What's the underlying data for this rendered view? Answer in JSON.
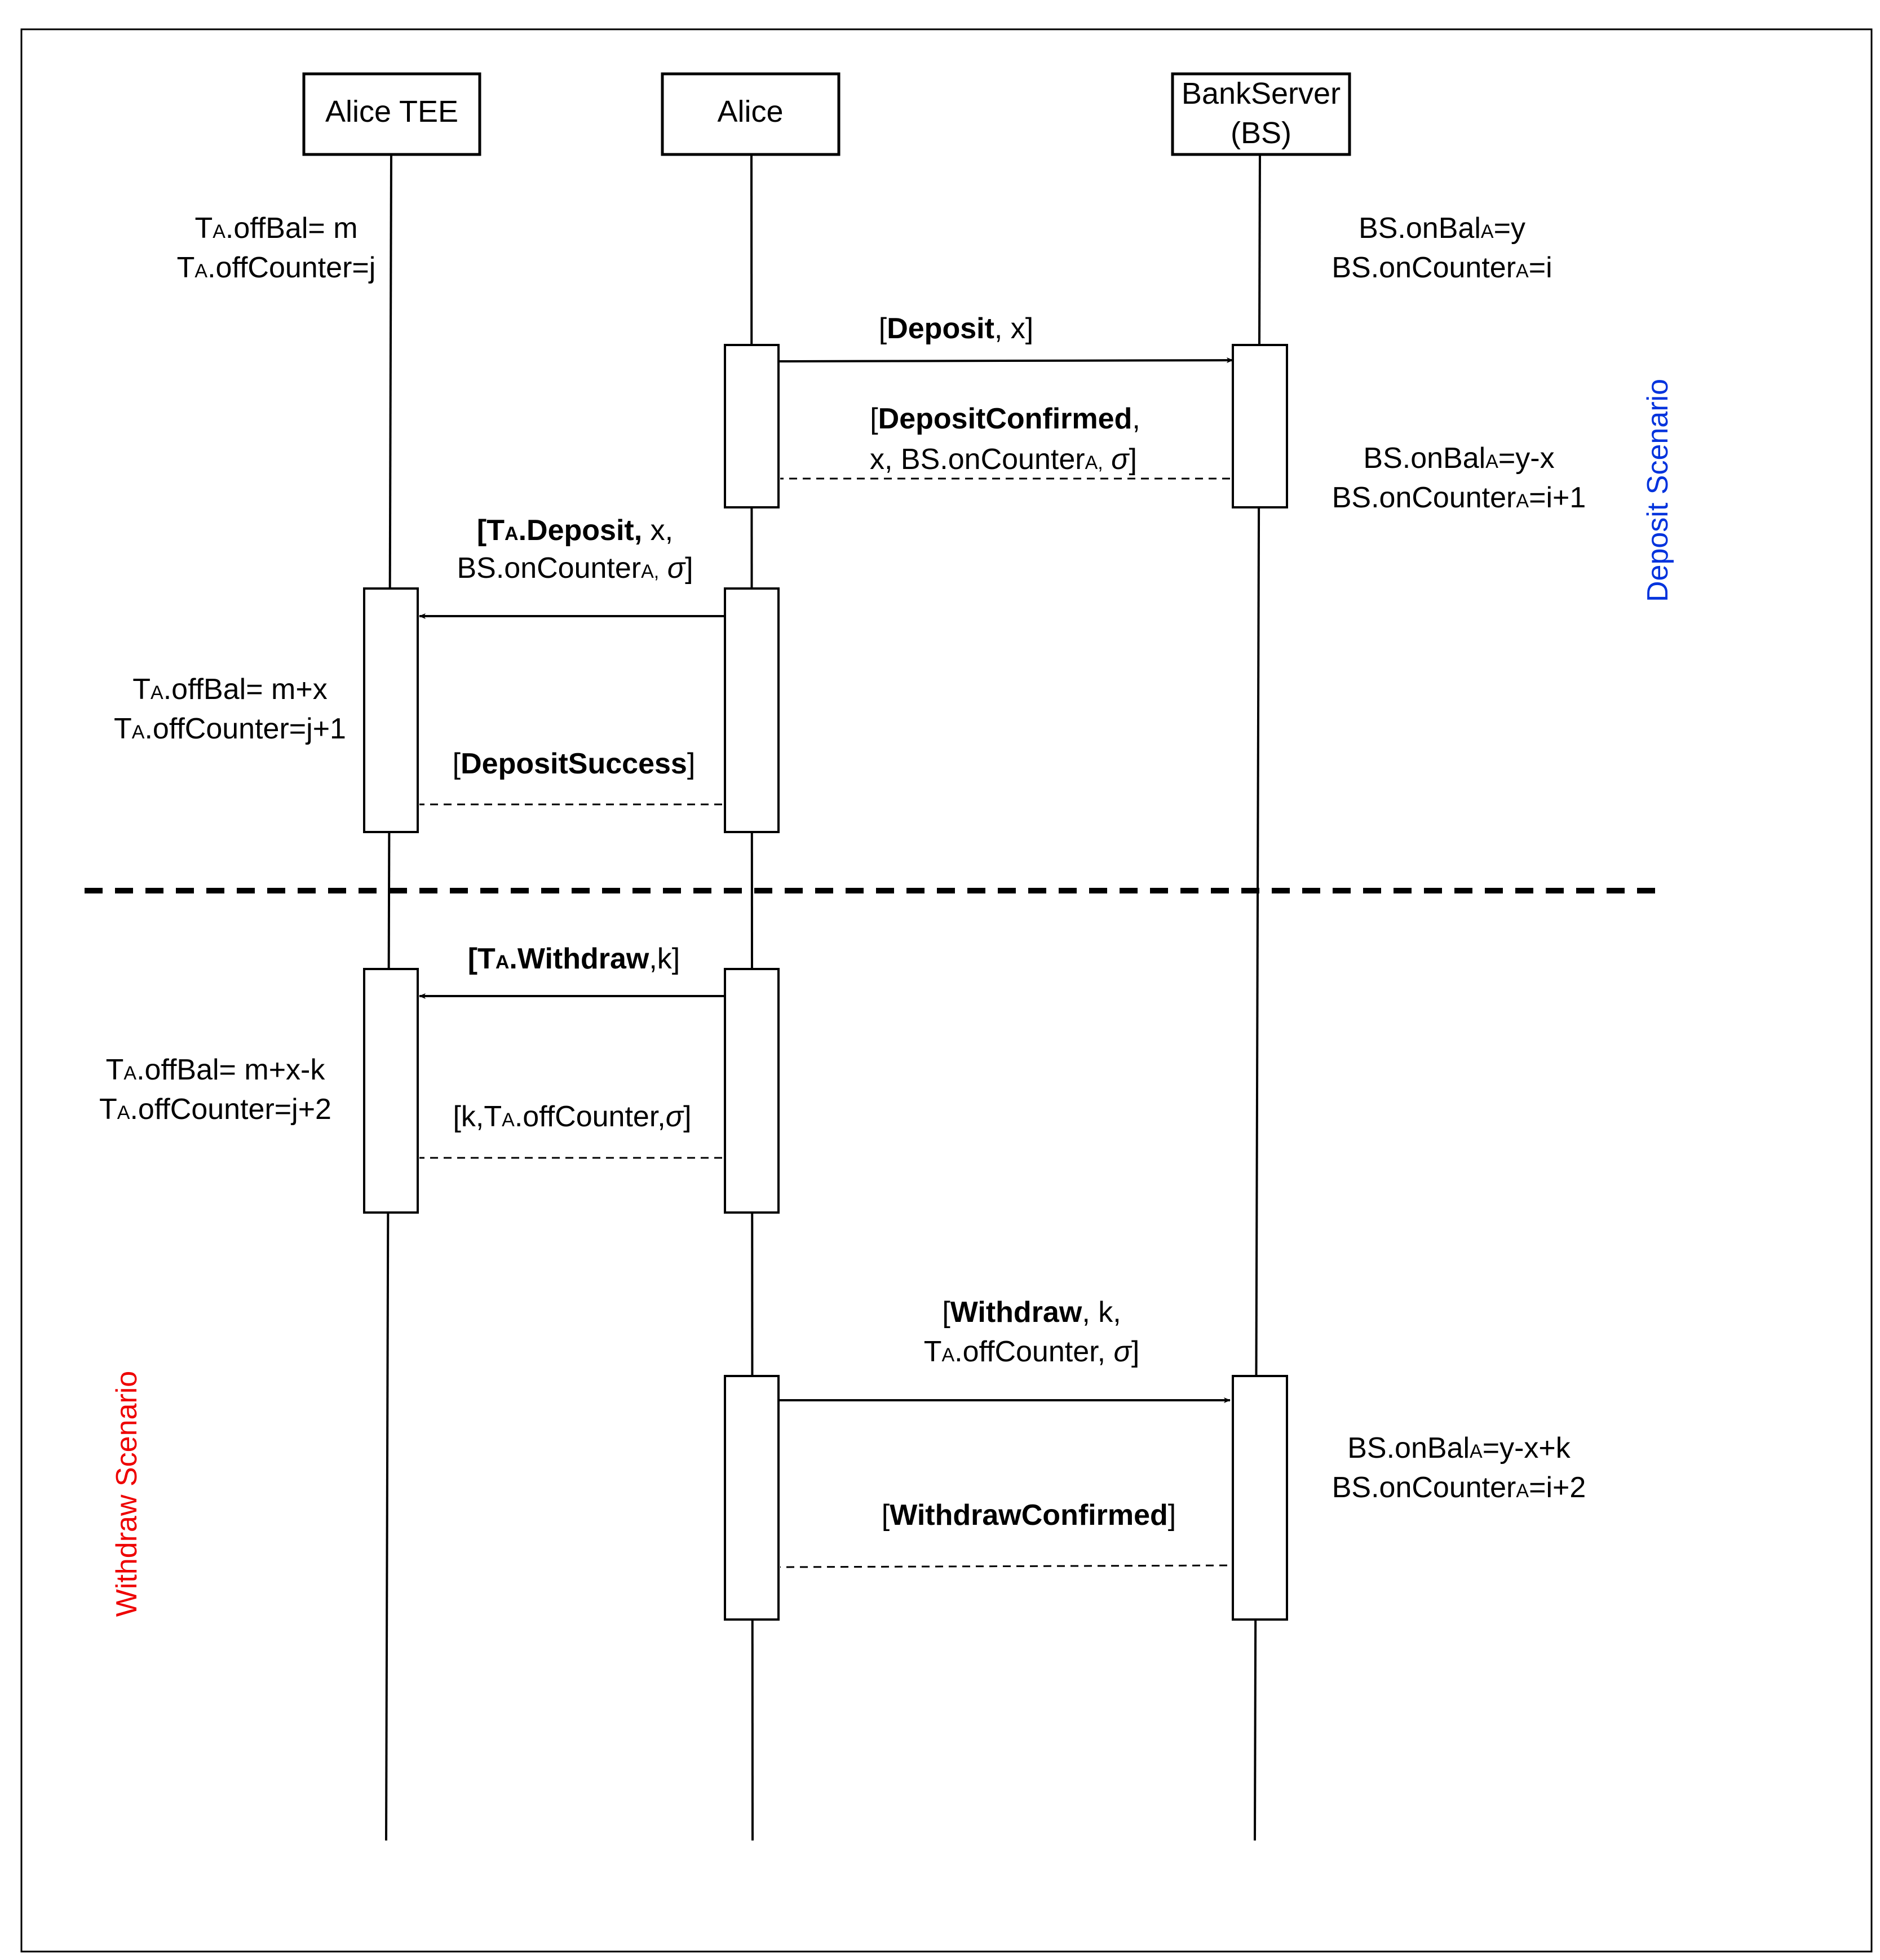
{
  "participants": {
    "alice_tee": "Alice TEE",
    "alice": "Alice",
    "bank_line1": "BankServer",
    "bank_line2": "(BS)"
  },
  "scenario_labels": {
    "deposit": "Deposit Scenario",
    "withdraw": "Withdraw Scenario",
    "deposit_color": "#0033dd",
    "withdraw_color": "#ee0000"
  },
  "state_notes": {
    "tee_initial": {
      "bal_value": "m",
      "counter_value": "j"
    },
    "tee_after_deposit": {
      "bal_value": "m+x",
      "counter_value": "j+1"
    },
    "tee_after_withdraw": {
      "bal_value": "m+x-k",
      "counter_value": "j+2"
    },
    "bs_initial": {
      "bal_value": "y",
      "counter_value": "i"
    },
    "bs_after_deposit": {
      "bal_value": "y-x",
      "counter_value": "i+1"
    },
    "bs_after_withdraw": {
      "bal_value": "y-x+k",
      "counter_value": "i+2"
    },
    "tee_bal_prefix": "T",
    "tee_sub": "A",
    "tee_bal_mid": ".offBal= ",
    "tee_counter_mid": ".offCounter=",
    "bs_bal_prefix": "BS.onBal",
    "bs_counter_prefix": "BS.onCounter",
    "bs_sub": "A",
    "bs_eq": "="
  },
  "messages": {
    "deposit": {
      "bold": "Deposit",
      "rest": ", x]"
    },
    "deposit_confirmed": {
      "bold": "DepositConfirmed",
      "line1_rest": ",",
      "line2": "x, BS.onCounter",
      "line2_sub": "A,",
      "sigma": "σ",
      "close": "]"
    },
    "ta_deposit": {
      "bold_prefix": "[T",
      "bold_sub": "A",
      "bold_suffix": ".Deposit,",
      "line1_rest": " x,",
      "line2": "BS.onCounter",
      "line2_sub": "A,",
      "sigma": "σ",
      "close": "]"
    },
    "deposit_success": {
      "bold": "DepositSuccess",
      "close": "]"
    },
    "ta_withdraw": {
      "bold_prefix": "[T",
      "bold_sub": "A",
      "bold_suffix": ".Withdraw",
      "rest": ",k]"
    },
    "withdraw_reply": {
      "prefix": "[k,T",
      "sub": "A",
      "mid": ".offCounter,",
      "sigma": "σ",
      "close": "]"
    },
    "withdraw": {
      "bold": "Withdraw",
      "line1_rest": ", k,",
      "line2_prefix": "T",
      "line2_sub": "A",
      "line2_mid": ".offCounter, ",
      "sigma": "σ",
      "close": "]"
    },
    "withdraw_confirmed": {
      "bold": "WithdrawConfirmed",
      "close": "]"
    },
    "open_bracket": "["
  }
}
